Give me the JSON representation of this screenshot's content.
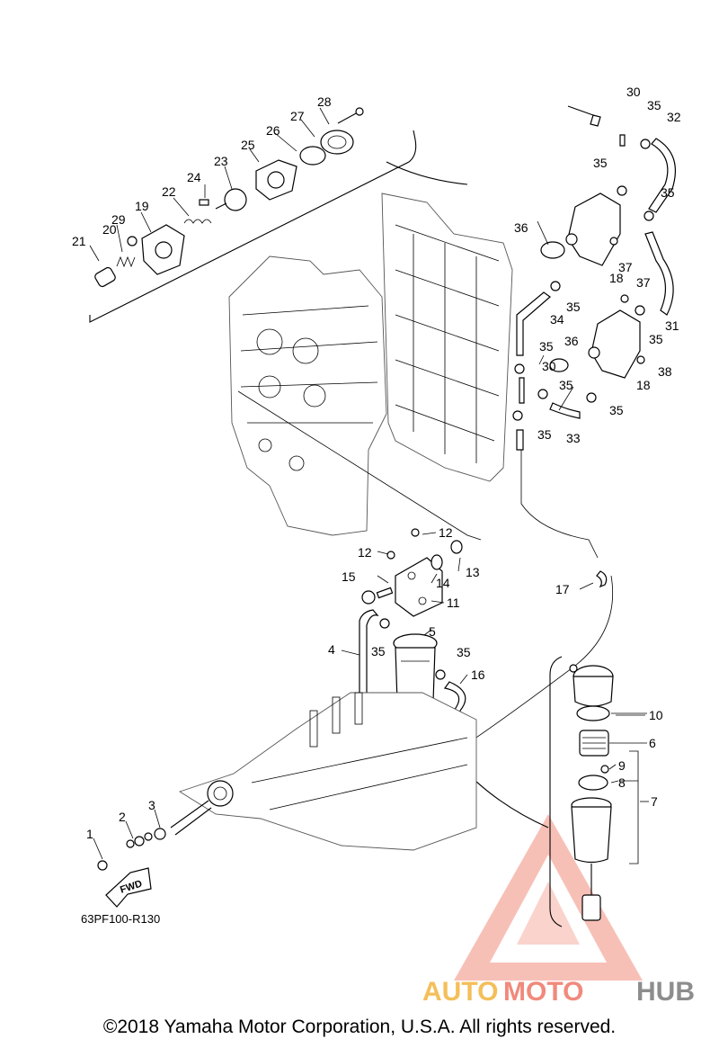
{
  "diagram": {
    "code": "63PF100-R130",
    "fwd_label": "FWD",
    "copyright": "©2018 Yamaha Motor Corporation, U.S.A. All rights reserved.",
    "watermark": {
      "part1": "AUTO",
      "part2": "MOTO",
      "part3": "HUB"
    },
    "colors": {
      "watermark_yellow": "#f4bf5a",
      "watermark_red": "#f08a7c",
      "watermark_gray": "#8d8d8d"
    },
    "callouts": {
      "c1": "1",
      "c2": "2",
      "c3": "3",
      "c4": "4",
      "c5": "5",
      "c6": "6",
      "c7": "7",
      "c8": "8",
      "c9": "9",
      "c10": "10",
      "c11": "11",
      "c12a": "12",
      "c12b": "12",
      "c13": "13",
      "c14": "14",
      "c15": "15",
      "c16": "16",
      "c17": "17",
      "c18a": "18",
      "c18b": "18",
      "c19": "19",
      "c20": "20",
      "c21": "21",
      "c22": "22",
      "c23": "23",
      "c24": "24",
      "c25": "25",
      "c26": "26",
      "c27": "27",
      "c28": "28",
      "c29": "29",
      "c30a": "30",
      "c30b": "30",
      "c31": "31",
      "c32": "32",
      "c33": "33",
      "c34": "34",
      "c35a": "35",
      "c35b": "35",
      "c35c": "35",
      "c35d": "35",
      "c35e": "35",
      "c35f": "35",
      "c35g": "35",
      "c35h": "35",
      "c35i": "35",
      "c35j": "35",
      "c35k": "35",
      "c36a": "36",
      "c36b": "36",
      "c37a": "37",
      "c37b": "37",
      "c38": "38"
    }
  }
}
